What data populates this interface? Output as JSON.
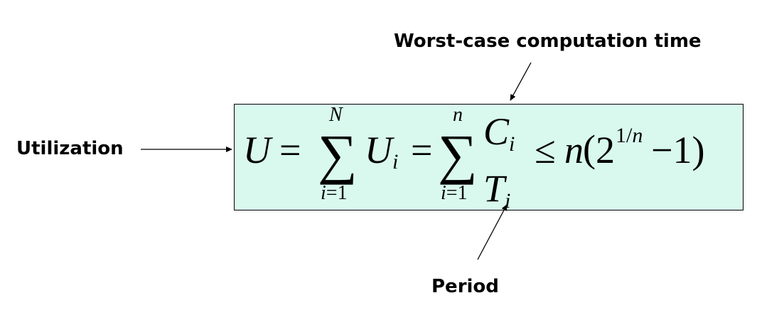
{
  "labels": {
    "worst_case": "Worst-case computation time",
    "utilization": "Utilization",
    "period": "Period"
  },
  "formula": {
    "text": "U = Σ_{i=1}^{N} U_i = Σ_{i=1}^{n} C_i / T_i ≤ n(2^{1/n} − 1)",
    "U": "U",
    "eq1": "=",
    "sum1_upper": "N",
    "sum1_lower": "i=1",
    "sigma": "∑",
    "Ui_base": "U",
    "Ui_sub": "i",
    "eq2": "=",
    "sum2_upper": "n",
    "sum2_lower": "i=1",
    "C": "C",
    "C_sub": "i",
    "T": "T",
    "T_sub": "i",
    "leq": "≤",
    "n": "n",
    "lparen": "(",
    "two": "2",
    "exp": "1/n",
    "minus_one": "−1)"
  },
  "colors": {
    "box_fill": "#d9f9ee",
    "ink": "#000000"
  }
}
